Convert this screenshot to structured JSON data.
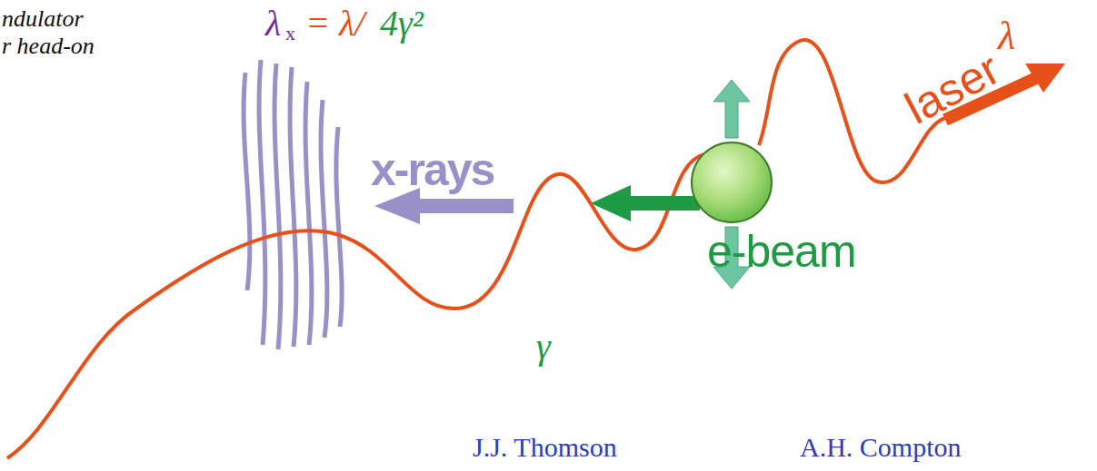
{
  "diagram": {
    "labels": [
      "ndulator",
      "r head-on",
      "λ",
      "x",
      "= λ/",
      "4γ²",
      "x-rays",
      "γ",
      "e-beam",
      "laser",
      "λ",
      "J.J. Thomson",
      "A.H. Compton"
    ]
  }
}
